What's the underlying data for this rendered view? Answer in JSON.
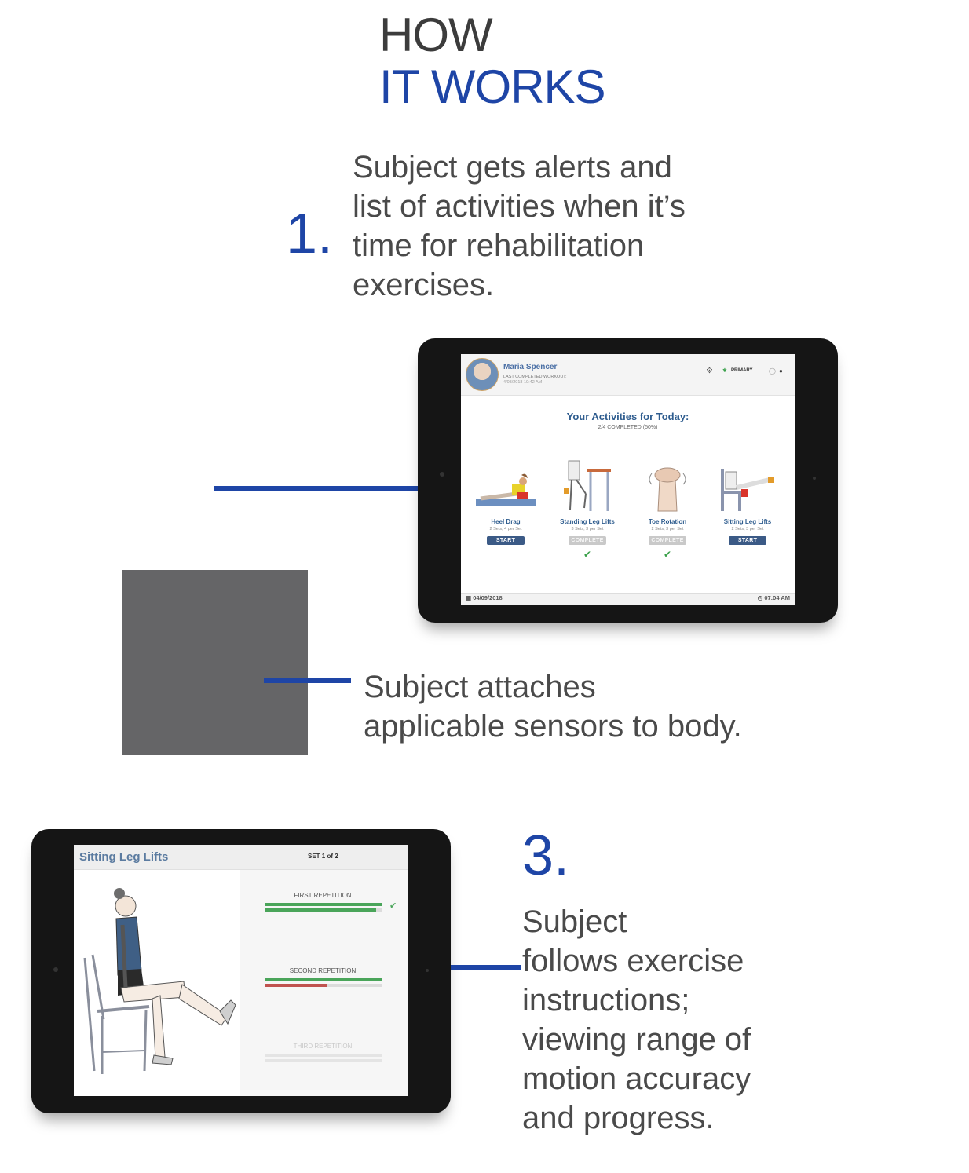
{
  "heading": {
    "line1": "HOW",
    "line2": "IT WORKS"
  },
  "step1": {
    "number": "1.",
    "lines": [
      "Subject gets alerts and",
      "list of activities when it’s",
      "time for rehabilitation",
      "exercises."
    ]
  },
  "step2": {
    "lines": [
      "Subject attaches",
      "applicable sensors to body."
    ]
  },
  "step3": {
    "number": "3.",
    "lines": [
      "Subject",
      "follows exercise",
      "instructions;",
      "viewing range of",
      "motion accuracy",
      "and progress."
    ]
  },
  "tablet1": {
    "user_name": "Maria Spencer",
    "last_label": "LAST COMPLETED WORKOUT:",
    "last_date": "4/08/2018 10:42 AM",
    "brand": "PRIMARY",
    "title": "Your Activities for Today:",
    "subtitle": "2/4 COMPLETED (50%)",
    "activities": [
      {
        "name": "Heel Drag",
        "meta": "2 Sets, 4 per Set",
        "button": "START",
        "status": "start"
      },
      {
        "name": "Standing Leg Lifts",
        "meta": "3 Sets, 3 per Set",
        "button": "COMPLETE",
        "status": "complete"
      },
      {
        "name": "Toe Rotation",
        "meta": "2 Sets, 3 per Set",
        "button": "COMPLETE",
        "status": "complete"
      },
      {
        "name": "Sitting Leg Lifts",
        "meta": "2 Sets, 3 per Set",
        "button": "START",
        "status": "start"
      }
    ],
    "footer_date": "04/09/2018",
    "footer_time": "07:04 AM"
  },
  "tablet2": {
    "title": "Sitting Leg Lifts",
    "set": "SET 1 of 2",
    "reps": [
      {
        "label": "FIRST REPETITION",
        "target": 1.0,
        "actual": 0.95,
        "done": true
      },
      {
        "label": "SECOND REPETITION",
        "target": 1.0,
        "actual": 0.53,
        "done": false
      },
      {
        "label": "THIRD REPETITION",
        "target": 0,
        "actual": 0,
        "done": false
      }
    ]
  },
  "colors": {
    "accent": "#1e45a6",
    "gray_box": "#656567",
    "green": "#4aa55a",
    "red": "#c0534f"
  }
}
